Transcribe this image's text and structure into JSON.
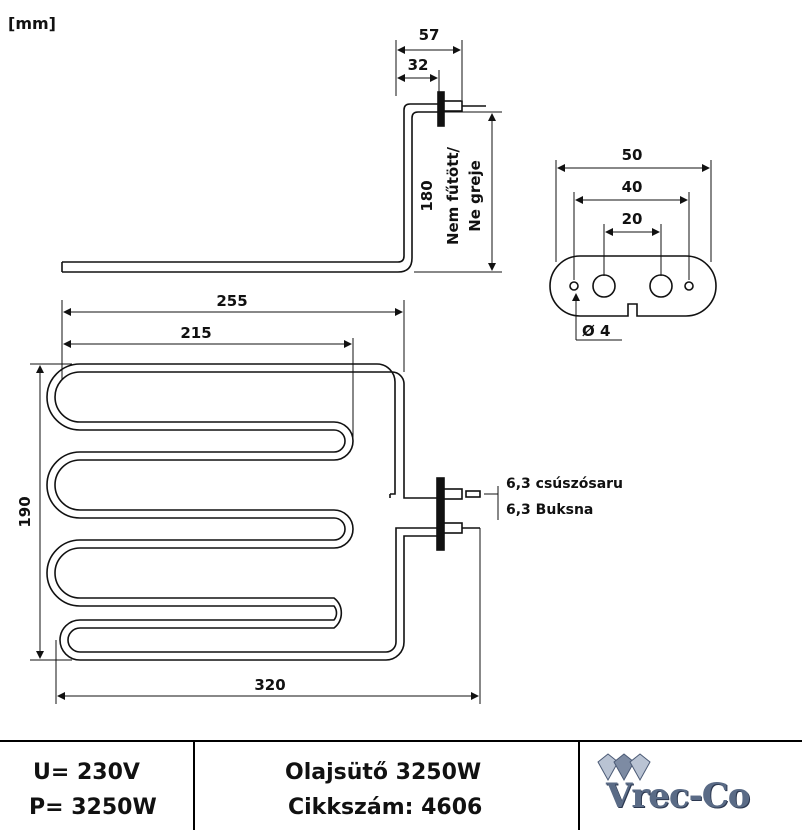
{
  "unit_label": "[mm]",
  "dimensions": {
    "side_57": "57",
    "side_32": "32",
    "side_180": "180",
    "nem_futott_1": "Nem fűtött/",
    "nem_futott_2": "Ne greje",
    "flange_50": "50",
    "flange_40": "40",
    "flange_20": "20",
    "flange_hole": "Ø 4",
    "top_255": "255",
    "top_215": "215",
    "left_190": "190",
    "bottom_320": "320"
  },
  "terminal_labels": {
    "line1": "6,3 csúszósaru",
    "line2": "6,3 Buksna"
  },
  "footer": {
    "voltage": "U= 230V",
    "power": "P= 3250W",
    "product": "Olajsütő 3250W",
    "item_number": "Cikkszám: 4606",
    "brand": "Vrec-Co"
  },
  "colors": {
    "line": "#111111",
    "brand_text": "#5a6b86",
    "brand_gem_light": "#b9c3d3",
    "brand_gem_dark": "#4b5a75"
  },
  "icons": {
    "brand_logo": "diamond-gems-icon"
  }
}
